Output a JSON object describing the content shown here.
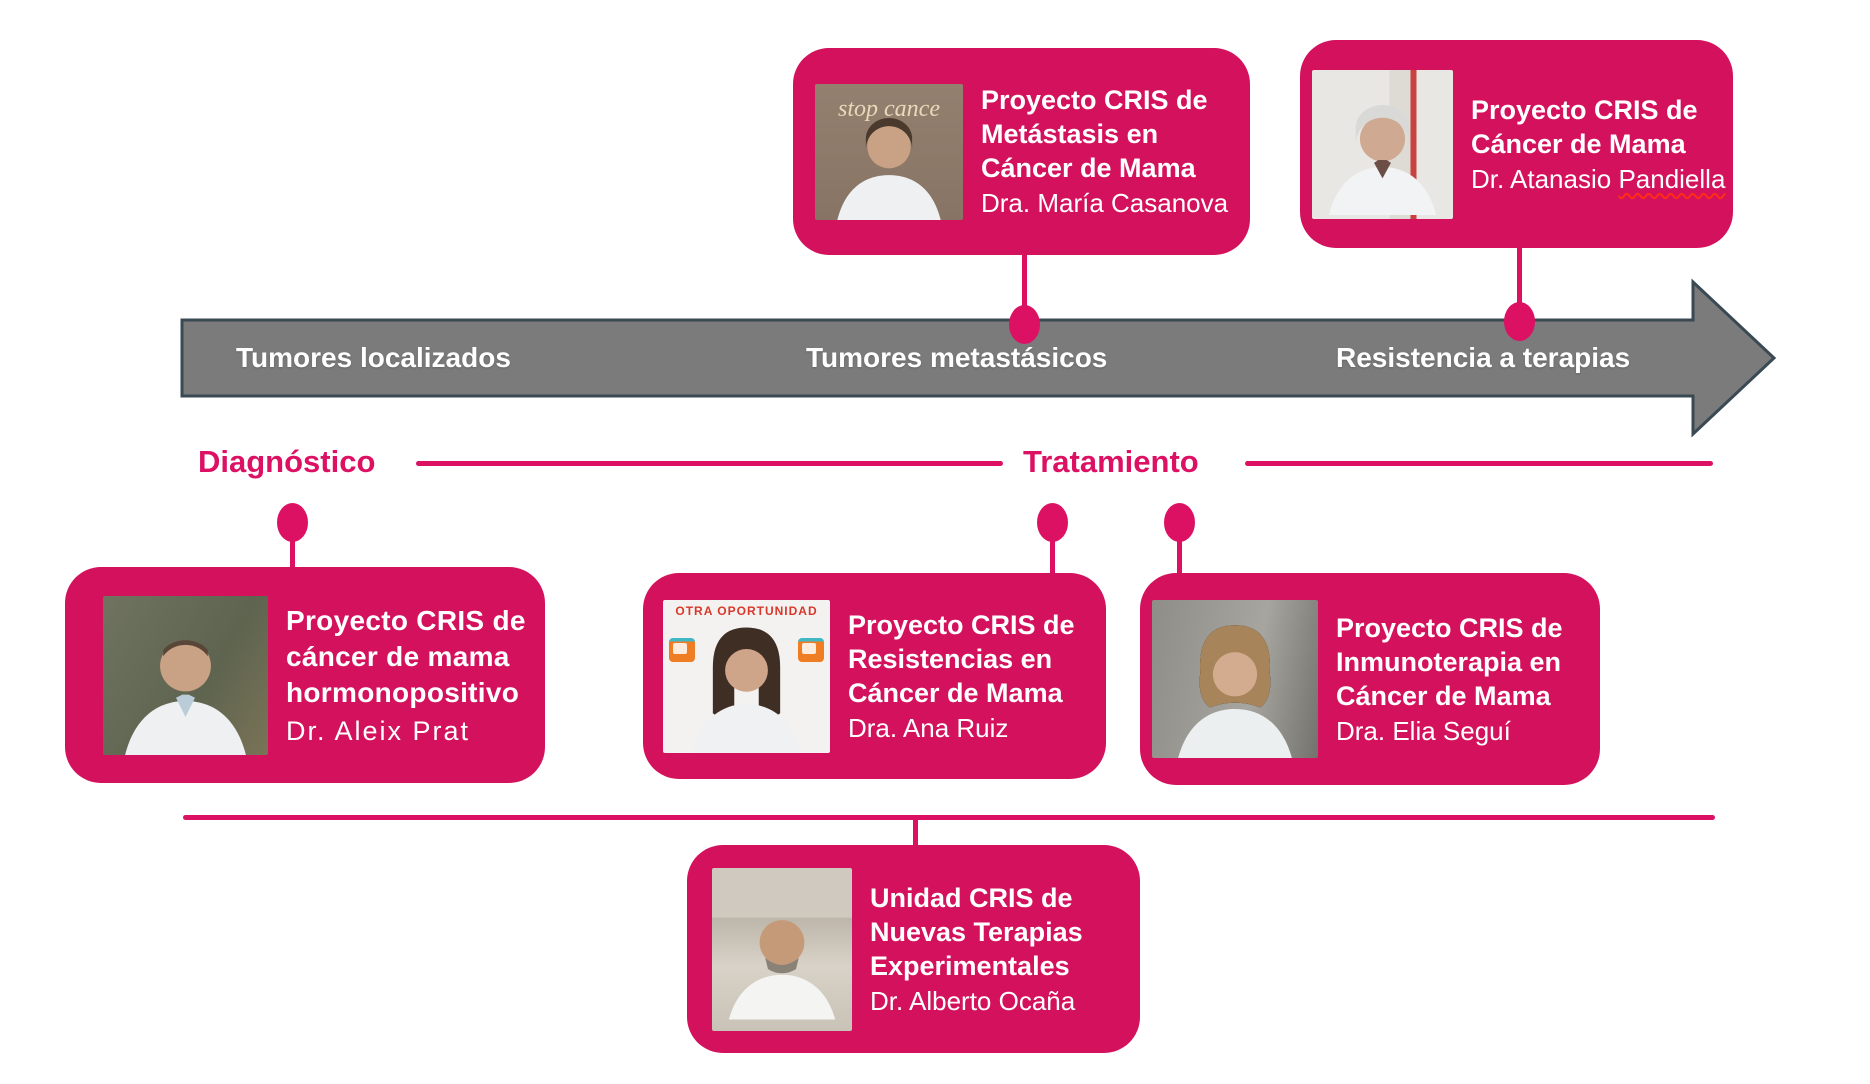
{
  "colors": {
    "card_pink": "#D4115C",
    "accent_pink": "#DC1163",
    "arrow_fill": "#7B7B7B",
    "arrow_border": "#3A4A54",
    "text_white": "#FFFFFF",
    "spellcheck_red": "#FF2D16"
  },
  "timeline_labels": [
    "Tumores localizados",
    "Tumores metastásicos",
    "Resistencia a terapias"
  ],
  "phase_labels": {
    "diagnostico": "Diagnóstico",
    "tratamiento": "Tratamiento"
  },
  "cards": {
    "casanova": {
      "title1": "Proyecto CRIS de",
      "title2": "Metástasis en",
      "title3": "Cáncer de Mama",
      "name": "Dra. María Casanova"
    },
    "pandiella": {
      "title1": "Proyecto CRIS de",
      "title2": "Cáncer de Mama",
      "name_main": "Dr. Atanasio",
      "name_flagged": "Pandiella"
    },
    "prat": {
      "title1": "Proyecto CRIS de",
      "title2": "cáncer de mama",
      "title3": "hormonopositivo",
      "name": "Dr. Aleix Prat"
    },
    "ruiz": {
      "title1": "Proyecto CRIS de",
      "title2": "Resistencias en",
      "title3": "Cáncer de Mama",
      "name": "Dra. Ana Ruiz"
    },
    "segui": {
      "title1": "Proyecto CRIS de",
      "title2": "Inmunoterapia en",
      "title3": "Cáncer de Mama",
      "name": "Dra. Elia Seguí"
    },
    "ocana": {
      "title1": "Unidad CRIS de",
      "title2": "Nuevas Terapias",
      "title3": "Experimentales",
      "name": "Dr. Alberto Ocaña"
    }
  },
  "photo_overlays": {
    "casanova_banner": "stop cance",
    "ruiz_banner": "OTRA OPORTUNIDAD"
  }
}
